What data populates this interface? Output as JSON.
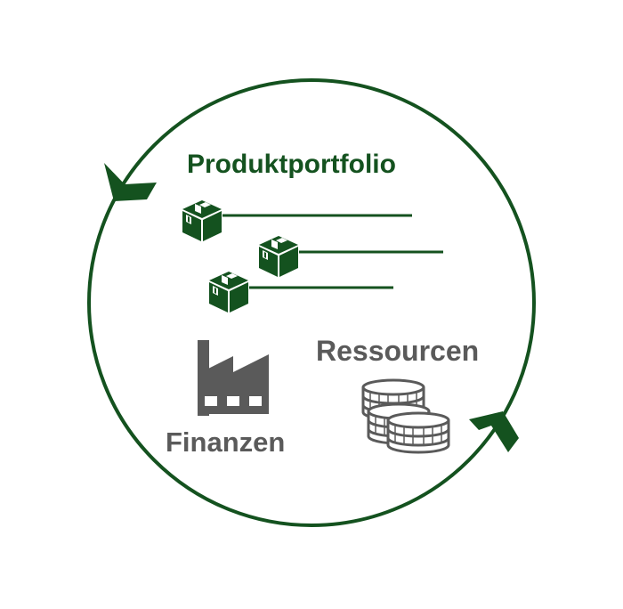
{
  "colors": {
    "primary_green": "#14521f",
    "gray": "#5a5a5a",
    "background": "#ffffff"
  },
  "labels": {
    "portfolio": "Produktportfolio",
    "ressourcen": "Ressourcen",
    "finanzen": "Finanzen"
  },
  "icons": {
    "cycle_arrows": "arrowhead-icon",
    "product": "package-box-icon",
    "factory": "factory-icon",
    "coins": "coin-stacks-icon"
  }
}
